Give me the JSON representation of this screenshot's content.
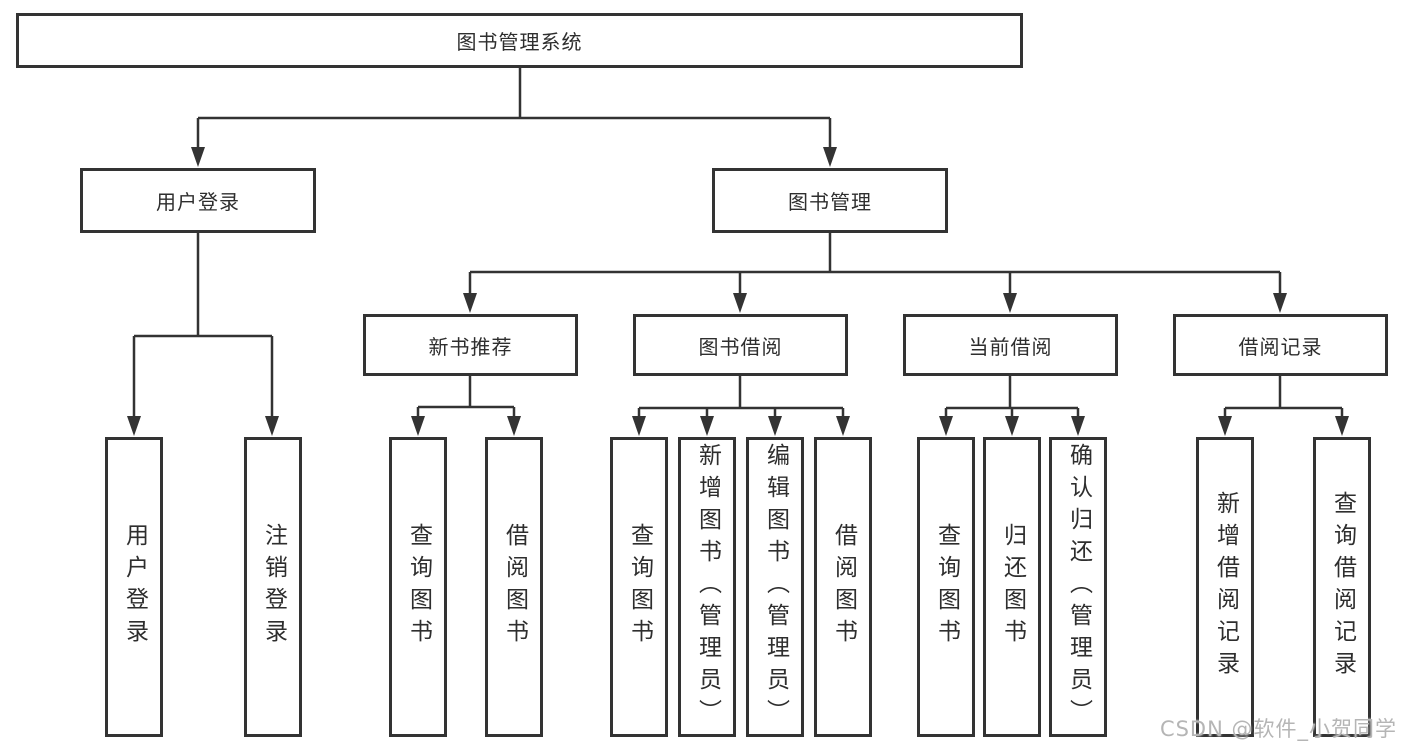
{
  "diagram": {
    "title": "图书管理系统",
    "level2": {
      "login": "用户登录",
      "management": "图书管理"
    },
    "level3": {
      "recommend": "新书推荐",
      "borrow": "图书借阅",
      "current": "当前借阅",
      "records": "借阅记录"
    },
    "leaves": {
      "login": [
        "用户登录",
        "注销登录"
      ],
      "recommend": [
        "查询图书",
        "借阅图书"
      ],
      "borrow": [
        "查询图书",
        "新增图书（管理员）",
        "编辑图书（管理员）",
        "借阅图书"
      ],
      "current": [
        "查询图书",
        "归还图书",
        "确认归还（管理员）"
      ],
      "records": [
        "新增借阅记录",
        "查询借阅记录"
      ]
    }
  },
  "watermark": "CSDN @软件_小贺同学",
  "colors": {
    "line": "#333333",
    "box_border": "#333333",
    "text": "#2e2e2e",
    "watermark": "#b5b5b5",
    "background": "#ffffff"
  }
}
